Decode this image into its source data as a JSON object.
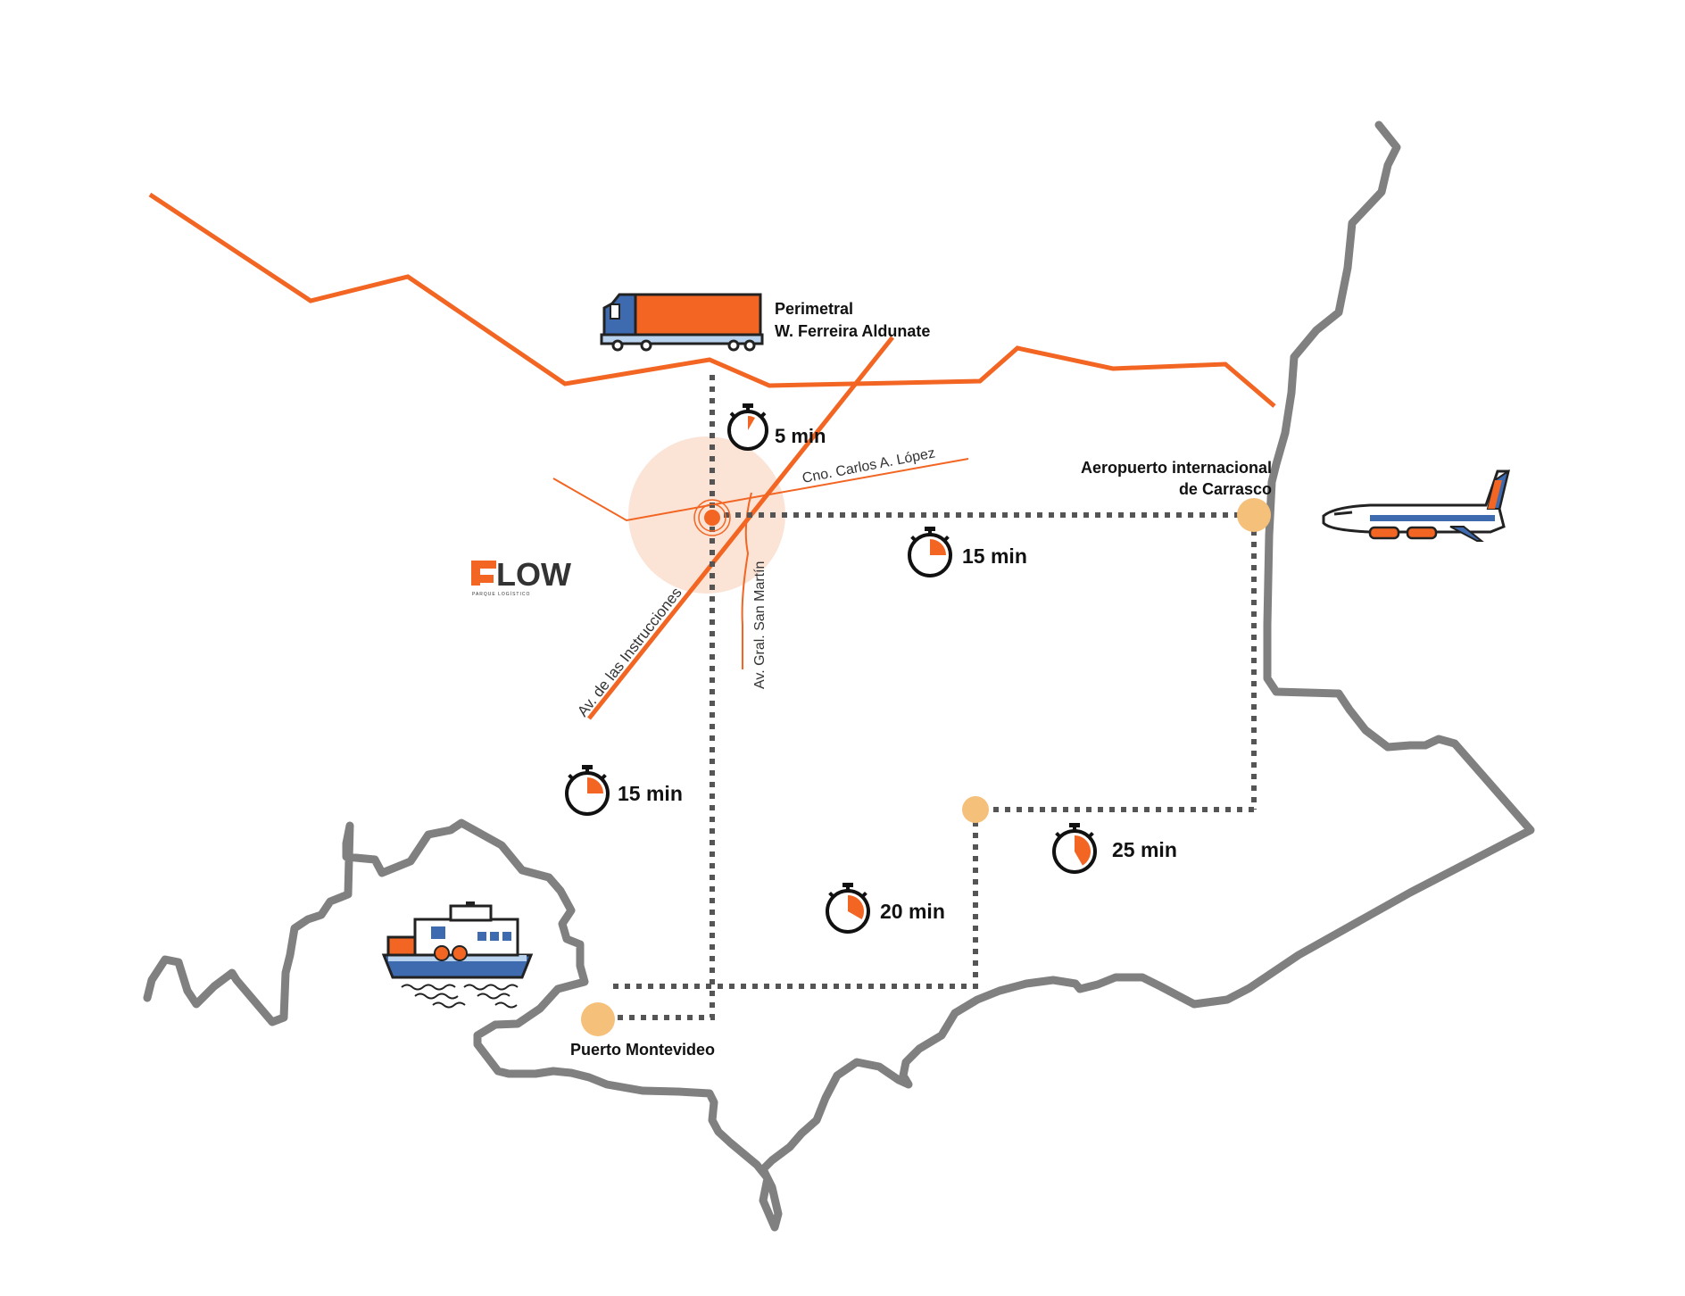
{
  "colors": {
    "accent": "#F26522",
    "coast": "#808080",
    "route": "#555555",
    "node": "#F5C07A",
    "halo": "#FBE3D6",
    "truck_cab": "#3E6BB0",
    "ink": "#111111"
  },
  "brand": {
    "logo_text": "LOW",
    "logo_mark": "F",
    "logo_tagline": "PARQUE LOGÍSTICO"
  },
  "roads": {
    "perimetral": "Perimetral",
    "perimetral_name": "W. Ferreira Aldunate",
    "cno_lopez": "Cno. Carlos A. López",
    "av_instrucciones": "Av. de las Instrucciones",
    "av_san_martin": "Av. Gral. San Martín"
  },
  "places": {
    "airport_line1": "Aeropuerto internacional",
    "airport_line2": "de Carrasco",
    "port": "Puerto Montevideo"
  },
  "timers": [
    {
      "label": "5 min",
      "fraction": 0.083
    },
    {
      "label": "15 min",
      "fraction": 0.25
    },
    {
      "label": "15 min",
      "fraction": 0.25
    },
    {
      "label": "20 min",
      "fraction": 0.333
    },
    {
      "label": "25 min",
      "fraction": 0.417
    }
  ],
  "icons": {
    "truck": "truck-icon",
    "plane": "airplane-icon",
    "ship": "ship-icon",
    "timer": "stopwatch-icon"
  }
}
